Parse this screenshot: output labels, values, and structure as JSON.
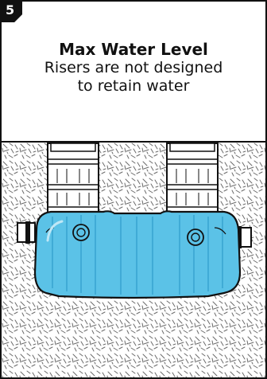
{
  "step": {
    "number": "5"
  },
  "caption": {
    "title": "Max Water Level",
    "line1": "Risers are not designed",
    "line2": "to retain water"
  },
  "colors": {
    "tank_fill": "#5bc2e7",
    "tank_outline": "#111111",
    "soil_fill": "#ffffff",
    "soil_texture": "#6b6b6b",
    "riser_fill": "#ffffff"
  },
  "icons": [
    "gravel-texture",
    "riser",
    "inlet-pipe",
    "outlet-pipe",
    "septic-tank"
  ]
}
